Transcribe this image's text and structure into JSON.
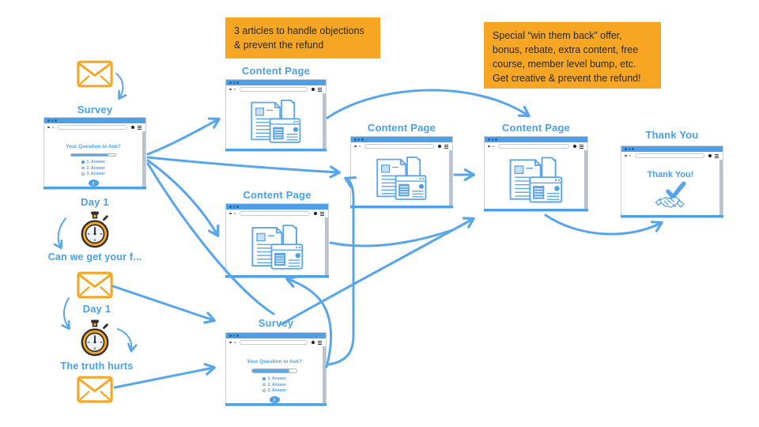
{
  "colors": {
    "primary_blue": "#4D9FE8",
    "arrow_blue": "#57A6EC",
    "label_blue": "#4BA0E9",
    "accent_orange": "#F6A623",
    "callout_text": "#302815"
  },
  "callouts": {
    "articles": "3 articles to handle objections & prevent the refund",
    "win_back": "Special “win them back” offer, bonus, rebate, extra content, free course, member level bump, etc. Get creative & prevent the refund!"
  },
  "labels": {
    "survey_top": "Survey",
    "day1_a": "Day 1",
    "feedback_email": "Can we get your f...",
    "day1_b": "Day 1",
    "truth_email": "The truth hurts",
    "content_page_1": "Content Page",
    "content_page_2": "Content Page",
    "content_page_mid": "Content Page",
    "content_page_3": "Content Page",
    "survey_bottom": "Survey",
    "thank_you": "Thank You"
  },
  "survey": {
    "question": "Your Question to Ask?",
    "answers": [
      "1. Answer",
      "2. Answer",
      "3. Answer"
    ],
    "selected_index": 0,
    "progress_percent": 84
  },
  "thank_you": {
    "message": "Thank You!"
  },
  "icons": {
    "next_chevron": "›"
  }
}
